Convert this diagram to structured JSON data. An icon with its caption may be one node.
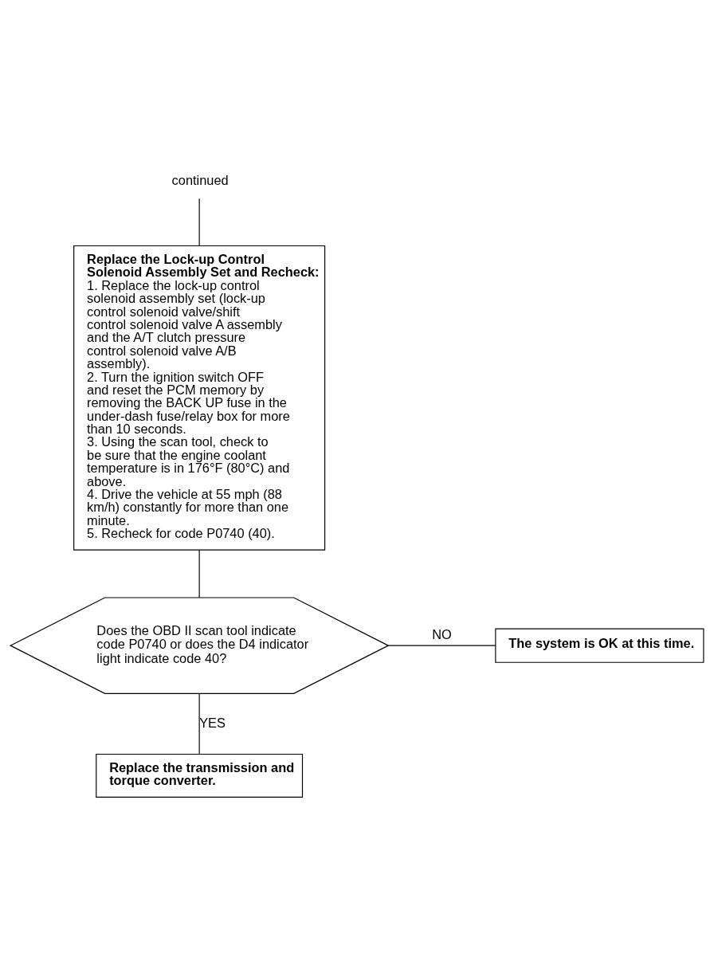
{
  "diagram": {
    "nodes": [
      {
        "text": [
          "continued"
        ]
      },
      {
        "text": [
          "Replace the Lock-up Control Solenoid Assembly Set and Recheck:",
          "1. Replace the lock-up control solenoid assembly set (lock-up control solenoid valve/shift control solenoid valve A assembly and the A/T clutch pressure control solenoid valve A/B assembly).",
          "2. Turn the ignition switch OFF and reset the PCM memory by removing the BACK UP fuse in the under-dash fuse/relay box for more than 10 seconds.",
          "3. Using the scan tool, check to be sure that the engine coolant temperature is in 176°F (80°C) and above.",
          "4. Drive the vehicle at 55 mph (88 km/h) constantly for more than one minute.",
          "5. Recheck for code P0740 (40)."
        ]
      },
      {
        "text": [
          "Does the OBD II scan tool indicate code P0740 or does the D4 indicator light indicate code 40?"
        ]
      },
      {
        "text": [
          "The system is OK at this time."
        ]
      },
      {
        "text": [
          "Replace the transmission and torque converter."
        ]
      }
    ],
    "edges": [
      {
        "from": 0,
        "to": 1,
        "arrow": "none"
      },
      {
        "from": 1,
        "to": 2,
        "arrow": "none"
      },
      {
        "from": 2,
        "to": 3,
        "arrow": "none",
        "label": "NO"
      },
      {
        "from": 2,
        "to": 4,
        "arrow": "none",
        "label": "YES"
      }
    ]
  }
}
